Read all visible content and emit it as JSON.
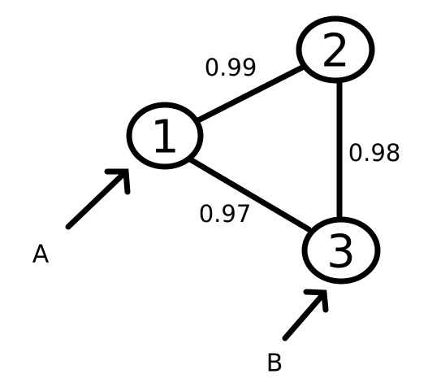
{
  "diagram": {
    "nodes": {
      "n1": {
        "label": "1"
      },
      "n2": {
        "label": "2"
      },
      "n3": {
        "label": "3"
      }
    },
    "edges": {
      "e12": {
        "from": "1",
        "to": "2",
        "weight": "0.99"
      },
      "e23": {
        "from": "2",
        "to": "3",
        "weight": "0.98"
      },
      "e13": {
        "from": "1",
        "to": "3",
        "weight": "0.97"
      }
    },
    "inputs": {
      "a": {
        "label": "A",
        "target": "1"
      },
      "b": {
        "label": "B",
        "target": "3"
      }
    }
  }
}
